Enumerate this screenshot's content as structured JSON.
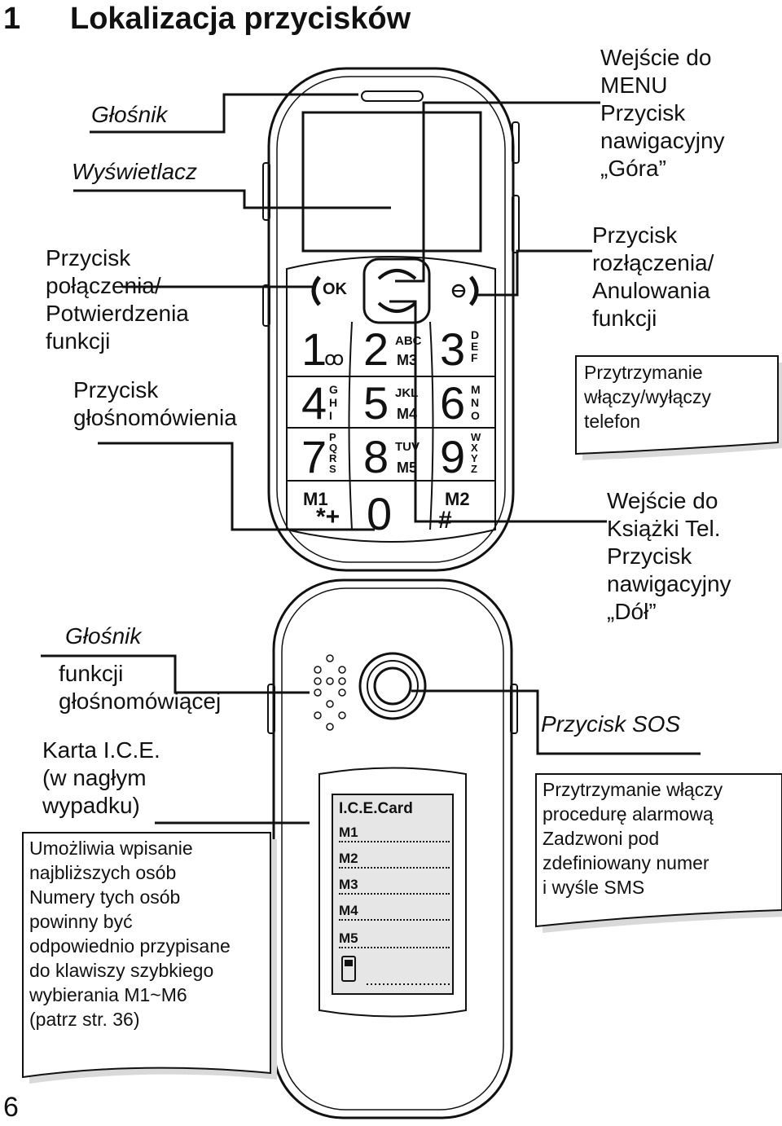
{
  "header": {
    "section_number": "1",
    "title": "Lokalizacja przycisków"
  },
  "page_number": "6",
  "labels": {
    "speaker_top": "Głośnik",
    "display": "Wyświetlacz",
    "call_button": [
      "Przycisk",
      "połączenia/",
      "Potwierdzenia",
      "funkcji"
    ],
    "handsfree_button": [
      "Przycisk",
      "głośnomówienia"
    ],
    "speaker_back": "Głośnik",
    "speaker_back_func": [
      "funkcji",
      "głośnomówiącej"
    ],
    "ice_card": [
      "Karta I.C.E.",
      "(w nagłym",
      "wypadku)"
    ],
    "menu_up": [
      "Wejście do",
      "MENU",
      "Przycisk",
      "nawigacyjny",
      "„Góra”"
    ],
    "end_button": [
      "Przycisk",
      "rozłączenia/",
      "Anulowania",
      "funkcji"
    ],
    "phonebook_down": [
      "Wejście do",
      "Książki Tel.",
      "Przycisk",
      "nawigacyjny",
      "„Dół”"
    ],
    "sos_button": "Przycisk SOS"
  },
  "notes": {
    "power": [
      "Przytrzymanie",
      "włączy/wyłączy",
      "telefon"
    ],
    "ice": [
      "Umożliwia wpisanie",
      "najbliższych osób",
      "Numery tych osób",
      "powinny być",
      "odpowiednio przypisane",
      "do klawiszy szybkiego",
      "wybierania M1~M6",
      "(patrz str. 36)"
    ],
    "sos": [
      "Przytrzymanie włączy",
      "procedurę alarmową",
      "Zadzwoni pod",
      "zdefiniowany numer",
      "i wyśle SMS"
    ]
  },
  "phone_front": {
    "ok_label": "OK",
    "keys": [
      {
        "num": "1",
        "sub": "ꝏ"
      },
      {
        "num": "2",
        "sub": "ABC",
        "mem": "M3"
      },
      {
        "num": "3",
        "sub": "DEF"
      },
      {
        "num": "4",
        "sub": "GHI"
      },
      {
        "num": "5",
        "sub": "JKL",
        "mem": "M4"
      },
      {
        "num": "6",
        "sub": "MNO"
      },
      {
        "num": "7",
        "sub": "PQRS"
      },
      {
        "num": "8",
        "sub": "TUV",
        "mem": "M5"
      },
      {
        "num": "9",
        "sub": "WXYZ"
      }
    ],
    "m1": "M1",
    "m2": "M2",
    "star": "*+",
    "zero": "0",
    "hash": "#"
  },
  "phone_back": {
    "card_title": "I.C.E.Card",
    "card_rows": [
      "M1",
      "M2",
      "M3",
      "M4",
      "M5"
    ]
  }
}
